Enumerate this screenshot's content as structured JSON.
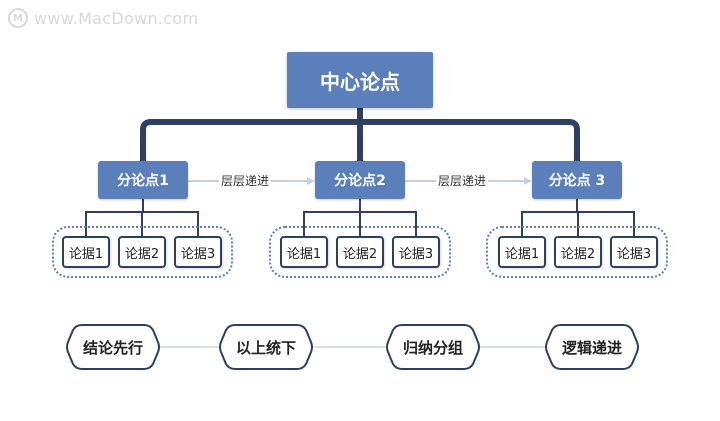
{
  "watermark": {
    "text": "www.MacDown.com"
  },
  "central": {
    "label": "中心论点"
  },
  "sub_points": [
    {
      "label": "分论点1"
    },
    {
      "label": "分论点2"
    },
    {
      "label": "分论点 3"
    }
  ],
  "relations": [
    {
      "label": "层层递进"
    },
    {
      "label": "层层递进"
    }
  ],
  "groups": [
    {
      "arguments": [
        "论据1",
        "论据2",
        "论据3"
      ]
    },
    {
      "arguments": [
        "论据1",
        "论据2",
        "论据3"
      ]
    },
    {
      "arguments": [
        "论据1",
        "论据2",
        "论据3"
      ]
    }
  ],
  "principles": [
    {
      "label": "结论先行"
    },
    {
      "label": "以上统下"
    },
    {
      "label": "归纳分组"
    },
    {
      "label": "逻辑递进"
    }
  ],
  "colors": {
    "box_fill": "#5a7fbb",
    "connector": "#2e3f63",
    "arrow": "#c5cfe3",
    "principle_line": "#d7e1ee"
  }
}
